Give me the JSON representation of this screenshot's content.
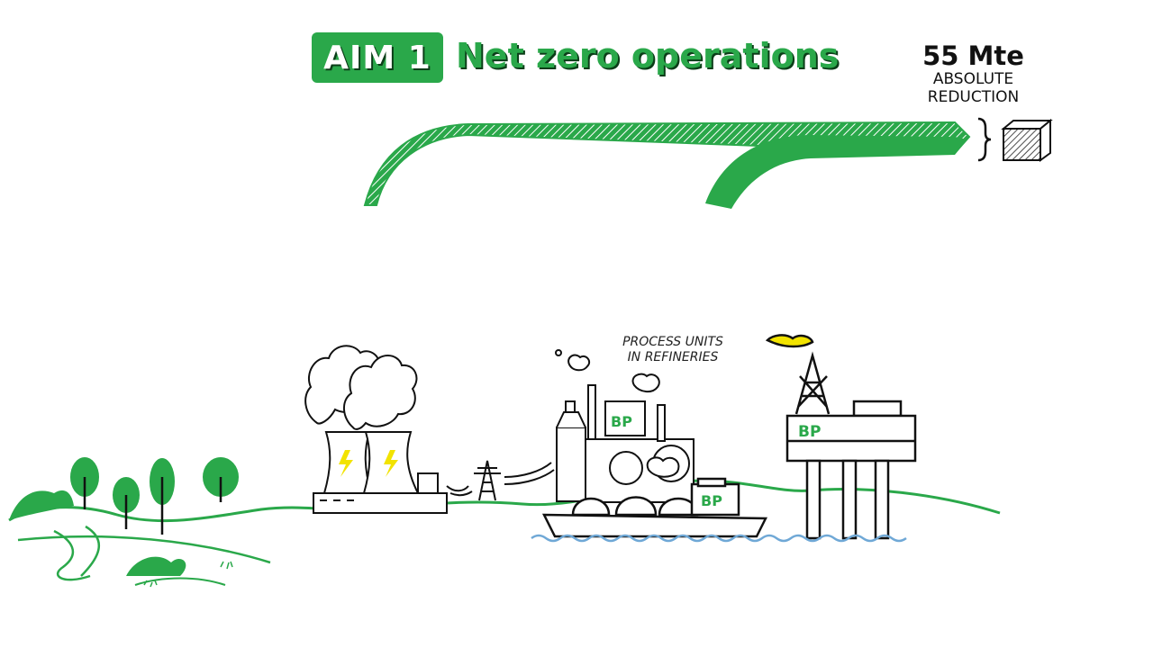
{
  "header": {
    "badge": "AIM 1",
    "title": "Net zero operations"
  },
  "stat": {
    "value": "55 Mte",
    "label_line1": "ABSOLUTE",
    "label_line2": "REDUCTION"
  },
  "scene": {
    "process_label_line1": "PROCESS UNITS",
    "process_label_line2": "IN REFINERIES",
    "brand": "BP"
  },
  "colors": {
    "brand_green": "#2aa84a",
    "lightning_yellow": "#f2e300",
    "water_blue": "#6fa8d6",
    "ink": "#111111"
  },
  "icons": [
    "arrow-icon",
    "brace-icon",
    "cube-icon",
    "tree-icon",
    "power-plant-icon",
    "pylon-icon",
    "refinery-icon",
    "tanker-ship-icon",
    "oil-rig-icon",
    "lightning-icon"
  ]
}
